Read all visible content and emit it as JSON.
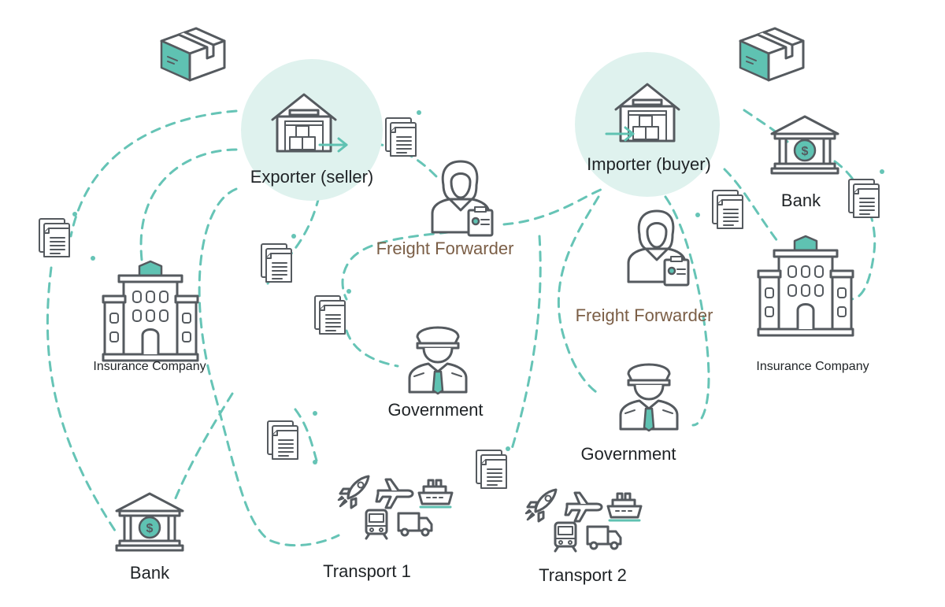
{
  "labels": {
    "exporter": "Exporter (seller)",
    "importer": "Importer (buyer)",
    "freight_forwarder_left": "Freight Forwarder",
    "freight_forwarder_right": "Freight Forwarder",
    "government_left": "Government",
    "government_right": "Government",
    "insurance_left": "Insurance Company",
    "insurance_right": "Insurance Company",
    "bank_left": "Bank",
    "bank_right": "Bank",
    "transport_1": "Transport 1",
    "transport_2": "Transport 2"
  },
  "colors": {
    "accent_teal": "#5fc2b2",
    "highlight_circle": "#dff2ee",
    "icon_outline": "#555a5f",
    "freight_forwarder_text": "#7b5e46",
    "label_text": "#1f2326"
  },
  "icons": [
    "package-icon",
    "warehouse-icon",
    "document-stack-icon",
    "freight-forwarder-icon",
    "government-officer-icon",
    "insurance-building-icon",
    "bank-icon",
    "rocket-icon",
    "airplane-icon",
    "ship-icon",
    "train-icon",
    "truck-icon",
    "arrow-right-icon"
  ]
}
